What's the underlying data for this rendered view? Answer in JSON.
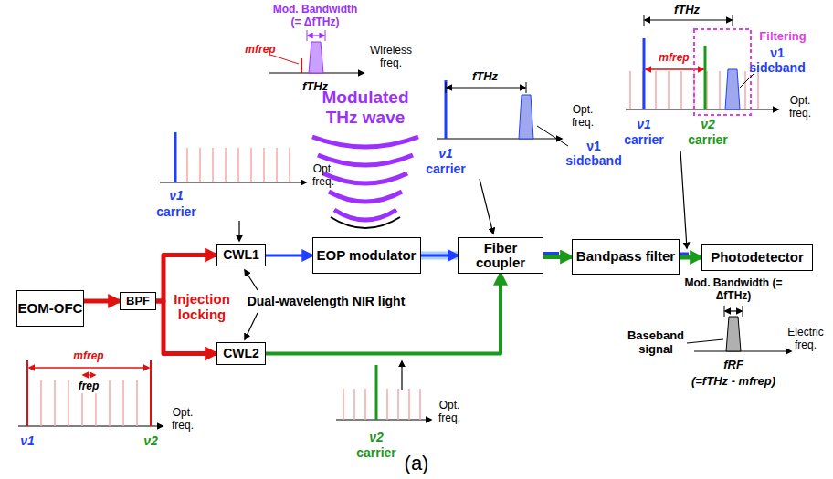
{
  "diagram": {
    "nodes": [
      {
        "text": [
          "EOM-OFC"
        ]
      },
      {
        "text": [
          "BPF"
        ]
      },
      {
        "text": [
          "CWL1"
        ]
      },
      {
        "text": [
          "CWL2"
        ]
      },
      {
        "text": [
          "EOP modulator"
        ]
      },
      {
        "text": [
          "Fiber coupler"
        ]
      },
      {
        "text": [
          "Bandpass filter"
        ]
      },
      {
        "text": [
          "Photodetector"
        ]
      }
    ],
    "edges": [
      {
        "from": 0,
        "to": 1,
        "arrow": "to"
      },
      {
        "from": 1,
        "to": 2,
        "arrow": "to"
      },
      {
        "from": 1,
        "to": 3,
        "arrow": "to"
      },
      {
        "from": 2,
        "to": 4,
        "arrow": "to"
      },
      {
        "from": 4,
        "to": 5,
        "arrow": "to"
      },
      {
        "from": 3,
        "to": 5,
        "arrow": "to"
      },
      {
        "from": 5,
        "to": 6,
        "arrow": "to"
      },
      {
        "from": 6,
        "to": 7,
        "arrow": "to"
      }
    ],
    "labels": [
      "Mod. Bandwidth (= ΔfTHz)",
      "mfrep",
      "fTHz",
      "Wireless freq.",
      "Modulated THz wave",
      "ν1",
      "carrier",
      "Opt. freq.",
      "fTHz",
      "ν1",
      "carrier",
      "ν1 sideband",
      "Opt. freq.",
      "fTHz",
      "Filtering",
      "mfrep",
      "ν1",
      "carrier",
      "ν2",
      "carrier",
      "ν1 sideband",
      "Opt. freq.",
      "Injection locking",
      "Dual-wavelength NIR light",
      "mfrep",
      "frep",
      "ν1",
      "ν2",
      "Opt. freq.",
      "ν2",
      "carrier",
      "Opt. freq.",
      "Mod. Bandwidth (= ΔfTHz)",
      "Baseband signal",
      "Electric freq.",
      "fRF",
      "(=fTHz - mfrep)",
      "(a)"
    ]
  }
}
